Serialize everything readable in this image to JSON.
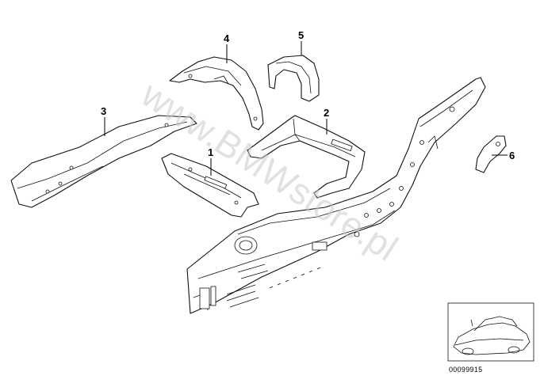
{
  "diagram": {
    "watermark": "www.BMWstore.pl",
    "document_code": "00099915",
    "callouts": [
      {
        "label": "1"
      },
      {
        "label": "2"
      },
      {
        "label": "3"
      },
      {
        "label": "4"
      },
      {
        "label": "5"
      },
      {
        "label": "6"
      }
    ]
  },
  "colors": {
    "line": "#111111",
    "watermark": "#c9c9c9",
    "background": "#ffffff"
  }
}
